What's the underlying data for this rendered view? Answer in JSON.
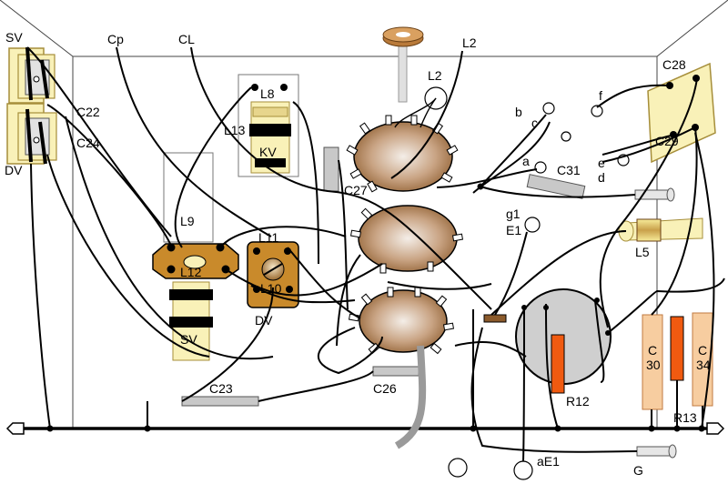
{
  "labels": {
    "sv_left": "SV",
    "dv_left": "DV",
    "cp": "Cp",
    "cl": "CL",
    "l2_top": "L2",
    "l2_mid": "L2",
    "c22": "C22",
    "c24": "C24",
    "l8": "L8",
    "l13": "L13",
    "kv": "KV",
    "c27": "C27",
    "l9": "L9",
    "l11": "L11",
    "l12": "L12",
    "l10": "L10",
    "sv_bottom": "SV",
    "dv_bottom": "DV",
    "b": "b",
    "c": "c",
    "a": "a",
    "c31": "C31",
    "f": "f",
    "c28": "C28",
    "c29": "C29",
    "e": "e",
    "d": "d",
    "g1": "g1",
    "e1": "E1",
    "l5": "L5",
    "c23": "C23",
    "c26": "C26",
    "r12": "R12",
    "c30_a": "C",
    "c30_b": "30",
    "c34_a": "C",
    "c34_b": "34",
    "r13": "R13",
    "ae1": "aE1",
    "g": "G"
  },
  "colors": {
    "coil_yellow": "#f9f1b8",
    "coil_outline": "#b8a450",
    "brown_plate": "#c98a2b",
    "socket_brown": "#8b5a2b",
    "socket_light": "#f2ece6",
    "cap_grey": "#c8c8c8",
    "resistor_orange": "#f05a10",
    "cap_peach": "#f7cda0",
    "pot_grey": "#cfcfcf",
    "wire": "#000000"
  }
}
